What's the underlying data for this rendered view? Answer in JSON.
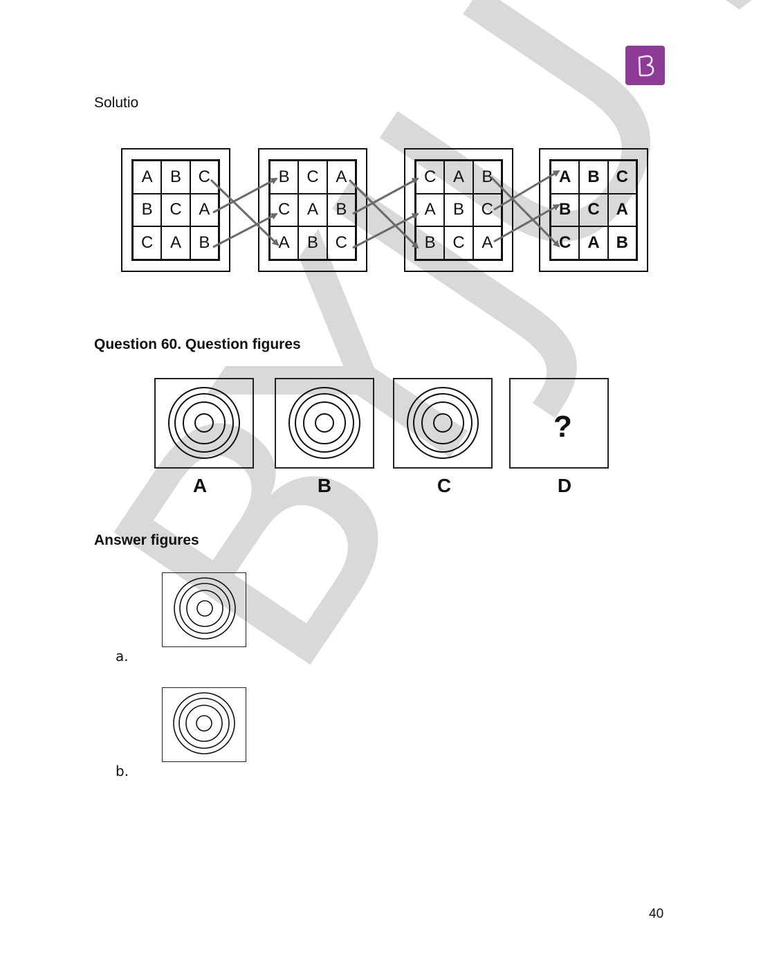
{
  "watermark": {
    "text": "BYJU'S",
    "color": "#d9d9d9"
  },
  "logo": {
    "letter": "B",
    "bg_color": "#8e3a97",
    "icon": "byjus-logo-icon"
  },
  "solution": {
    "heading": "Solutio",
    "grids": [
      {
        "cells": [
          [
            "A",
            "B",
            "C"
          ],
          [
            "B",
            "C",
            "A"
          ],
          [
            "C",
            "A",
            "B"
          ]
        ],
        "bold": false
      },
      {
        "cells": [
          [
            "B",
            "C",
            "A"
          ],
          [
            "C",
            "A",
            "B"
          ],
          [
            "A",
            "B",
            "C"
          ]
        ],
        "bold": false
      },
      {
        "cells": [
          [
            "C",
            "A",
            "B"
          ],
          [
            "A",
            "B",
            "C"
          ],
          [
            "B",
            "C",
            "A"
          ]
        ],
        "bold": false
      },
      {
        "cells": [
          [
            "A",
            "B",
            "C"
          ],
          [
            "B",
            "C",
            "A"
          ],
          [
            "C",
            "A",
            "B"
          ]
        ],
        "bold": true
      }
    ],
    "arrow_color": "#6b6b6b"
  },
  "question": {
    "heading": "Question 60. Question figures",
    "figures": [
      {
        "label": "A",
        "content": "4 concentric circles"
      },
      {
        "label": "B",
        "content": "4 concentric circles"
      },
      {
        "label": "C",
        "content": "4 concentric circles"
      },
      {
        "label": "D",
        "content": "?"
      }
    ]
  },
  "answers": {
    "heading": "Answer figures",
    "options": [
      {
        "label": "a.",
        "content": "4 concentric circles, offset"
      },
      {
        "label": "b.",
        "content": "4 concentric circles, offset"
      }
    ]
  },
  "page_number": "40"
}
